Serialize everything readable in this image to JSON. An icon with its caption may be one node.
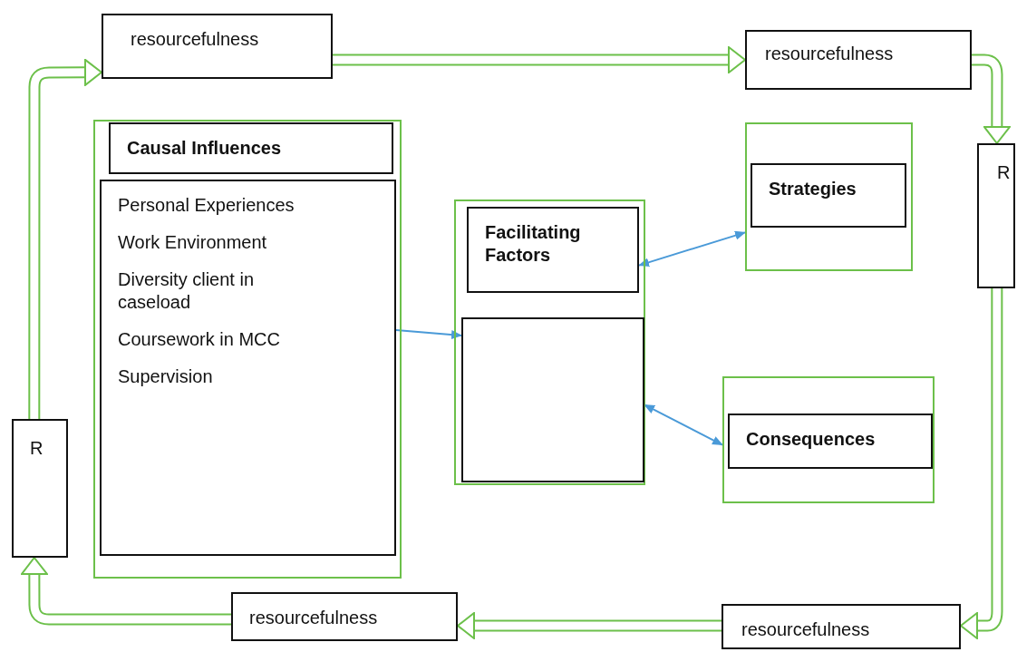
{
  "diagram": {
    "nodes": [
      {
        "text": [
          "resourcefulness"
        ]
      },
      {
        "text": [
          "resourcefulness"
        ]
      },
      {
        "text": [
          "R"
        ]
      },
      {
        "text": [
          "resourcefulness"
        ]
      },
      {
        "text": [
          "resourcefulness"
        ]
      },
      {
        "text": [
          "R"
        ]
      },
      {
        "text": [],
        "shape": "box"
      },
      {
        "text": [
          "Causal Influences"
        ],
        "in": 6
      },
      {
        "text": [
          "Personal Experiences",
          "Work Environment",
          "Diversity client in caseload",
          "Coursework in MCC",
          "Supervision"
        ],
        "in": 6
      },
      {
        "text": [],
        "shape": "box"
      },
      {
        "text": [
          "Facilitating Factors"
        ],
        "in": 9
      },
      {
        "text": [],
        "shape": "box",
        "in": 9
      },
      {
        "text": [],
        "shape": "box"
      },
      {
        "text": [
          "Strategies"
        ],
        "in": 12
      },
      {
        "text": [],
        "shape": "box"
      },
      {
        "text": [
          "Consequences"
        ],
        "in": 14
      }
    ],
    "edges": [
      {
        "from": 0,
        "to": 1,
        "arrow": "to"
      },
      {
        "from": 1,
        "to": 2,
        "arrow": "to"
      },
      {
        "from": 2,
        "to": 3,
        "arrow": "to"
      },
      {
        "from": 3,
        "to": 4,
        "arrow": "to"
      },
      {
        "from": 4,
        "to": 5,
        "arrow": "to"
      },
      {
        "from": 5,
        "to": 0,
        "arrow": "to"
      },
      {
        "from": 8,
        "to": 11,
        "arrow": "to",
        "color": "#4a9ad8"
      },
      {
        "from": 10,
        "to": 12,
        "arrow": "both",
        "color": "#4a9ad8"
      },
      {
        "from": 11,
        "to": 14,
        "arrow": "both",
        "color": "#4a9ad8"
      }
    ]
  }
}
